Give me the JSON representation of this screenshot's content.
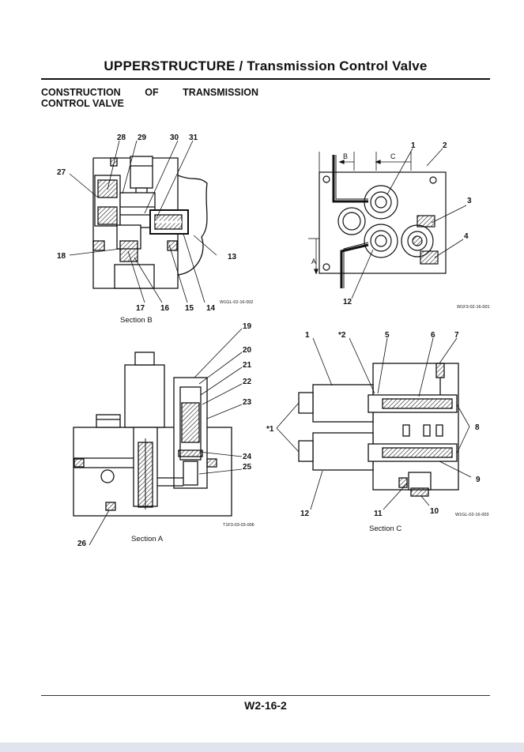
{
  "header": {
    "title": "UPPERSTRUCTURE / Transmission Control Valve"
  },
  "heading": {
    "line1": "CONSTRUCTION OF TRANSMISSION",
    "line2": "CONTROL VALVE"
  },
  "figures": {
    "section_b": {
      "caption": "Section B",
      "code": "W1GL-02-16-002",
      "callouts": [
        "28",
        "29",
        "30",
        "31",
        "27",
        "18",
        "13",
        "17",
        "16",
        "15",
        "14"
      ]
    },
    "top_view": {
      "code": "W1F3-02-16-001",
      "callouts": [
        "1",
        "2",
        "3",
        "4",
        "12"
      ],
      "section_markers": [
        "B",
        "C",
        "A"
      ]
    },
    "section_a": {
      "caption": "Section A",
      "code": "T1F3-03-03-006",
      "callouts": [
        "19",
        "20",
        "21",
        "22",
        "23",
        "24",
        "25",
        "26"
      ]
    },
    "section_c": {
      "caption": "Section C",
      "code": "W1GL-02-16-003",
      "callouts": [
        "1",
        "*2",
        "5",
        "6",
        "7",
        "*1",
        "8",
        "9",
        "12",
        "11",
        "10"
      ]
    }
  },
  "footer": {
    "page_number": "W2-16-2"
  }
}
